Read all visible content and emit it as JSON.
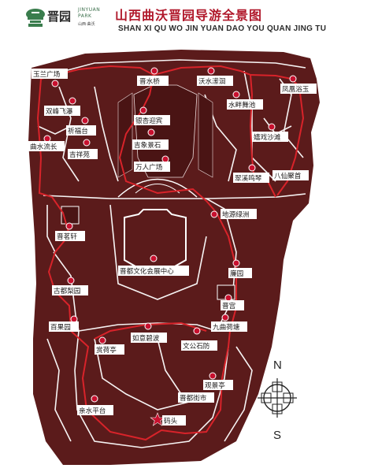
{
  "header": {
    "logo_cn": "晋园",
    "logo_en_line1": "JINYUAN",
    "logo_en_line2": "PARK",
    "logo_city": "山西·曲沃",
    "title_cn": "山西曲沃晋园导游全景图",
    "title_en": "SHAN XI QU WO JIN YUAN DAO YOU QUAN JING TU"
  },
  "colors": {
    "land": "#5b1b1b",
    "route": "#d8232a",
    "spot": "#c8102e",
    "label_bg": "#ffffff",
    "title": "#b0172a"
  },
  "spots": [
    {
      "name": "玉兰广场"
    },
    {
      "name": "晋水桥"
    },
    {
      "name": "沃水潆洄"
    },
    {
      "name": "凤凰浴玉"
    },
    {
      "name": "双峰飞瀑"
    },
    {
      "name": "水畔舞池"
    },
    {
      "name": "祈福台"
    },
    {
      "name": "银杏迎宾"
    },
    {
      "name": "吉象景石"
    },
    {
      "name": "嬉戏沙滩"
    },
    {
      "name": "曲水流长"
    },
    {
      "name": "吉祥苑"
    },
    {
      "name": "万人广场"
    },
    {
      "name": "翠溪鸣琴"
    },
    {
      "name": "八仙聚首"
    },
    {
      "name": "地源绿洲"
    },
    {
      "name": "晋茗轩"
    },
    {
      "name": "晋都文化会展中心"
    },
    {
      "name": "廉园"
    },
    {
      "name": "古都梨园"
    },
    {
      "name": "晋宫"
    },
    {
      "name": "百果园"
    },
    {
      "name": "九曲荷塘"
    },
    {
      "name": "如意碧波"
    },
    {
      "name": "文公石防"
    },
    {
      "name": "赏荷亭"
    },
    {
      "name": "观景亭"
    },
    {
      "name": "晋都街市"
    },
    {
      "name": "亲水平台"
    },
    {
      "name": "码头"
    }
  ],
  "compass": {
    "north": "N",
    "south": "S"
  }
}
